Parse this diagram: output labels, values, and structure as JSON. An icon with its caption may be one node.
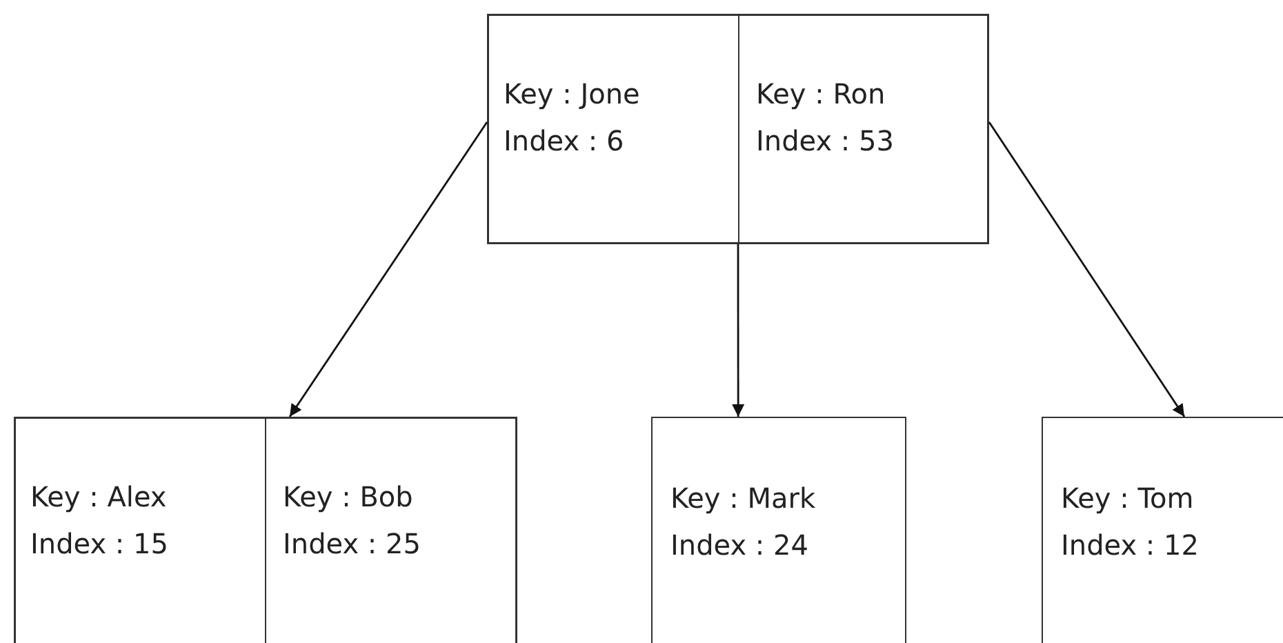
{
  "diagram": {
    "nodes": [
      {
        "text": [],
        "shape": "box"
      },
      {
        "text": [
          "Key : Jone",
          "Index : 6"
        ],
        "in": 0
      },
      {
        "text": [
          "Key : Ron",
          "Index : 53"
        ],
        "in": 0
      },
      {
        "text": [],
        "shape": "box"
      },
      {
        "text": [
          "Key : Alex",
          "Index : 15"
        ],
        "in": 3
      },
      {
        "text": [
          "Key : Bob",
          "Index : 25"
        ],
        "in": 3
      },
      {
        "text": [
          "Key : Mark",
          "Index : 24"
        ]
      },
      {
        "text": [
          "Key : Tom",
          "Index : 12"
        ]
      }
    ],
    "edges": [
      {
        "from": 1,
        "to": 3,
        "arrow": "to"
      },
      {
        "from": 0,
        "to": 6,
        "arrow": "to"
      },
      {
        "from": 2,
        "to": 7,
        "arrow": "to"
      }
    ]
  }
}
